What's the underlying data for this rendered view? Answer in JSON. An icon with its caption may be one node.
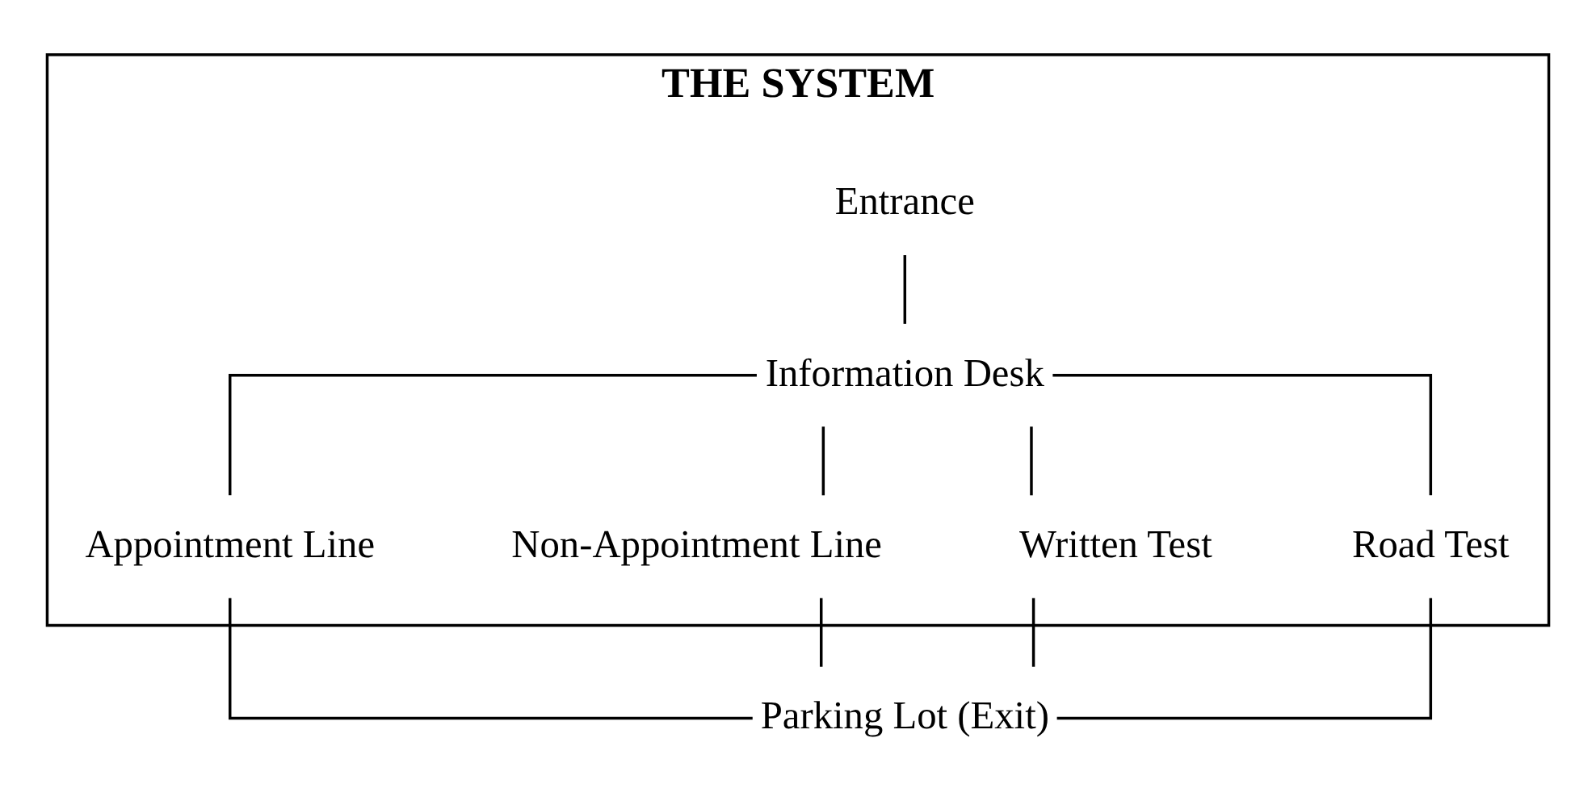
{
  "diagram": {
    "nodes": [
      {
        "text": [
          "THE SYSTEM"
        ]
      },
      {
        "text": [
          "Entrance"
        ],
        "in": 0
      },
      {
        "text": [
          "Information Desk"
        ],
        "in": 0
      },
      {
        "text": [
          "Appointment Line"
        ],
        "in": 0
      },
      {
        "text": [
          "Non-Appointment Line"
        ],
        "in": 0
      },
      {
        "text": [
          "Written Test"
        ],
        "in": 0
      },
      {
        "text": [
          "Road Test"
        ],
        "in": 0
      },
      {
        "text": [
          "Parking Lot (Exit)"
        ]
      }
    ],
    "edges": [
      {
        "from": 1,
        "to": 2,
        "arrow": "none"
      },
      {
        "from": 2,
        "to": 3,
        "arrow": "none"
      },
      {
        "from": 2,
        "to": 4,
        "arrow": "none"
      },
      {
        "from": 2,
        "to": 5,
        "arrow": "none"
      },
      {
        "from": 2,
        "to": 6,
        "arrow": "none"
      },
      {
        "from": 3,
        "to": 7,
        "arrow": "none"
      },
      {
        "from": 4,
        "to": 7,
        "arrow": "none"
      },
      {
        "from": 5,
        "to": 7,
        "arrow": "none"
      },
      {
        "from": 6,
        "to": 7,
        "arrow": "none"
      }
    ]
  }
}
